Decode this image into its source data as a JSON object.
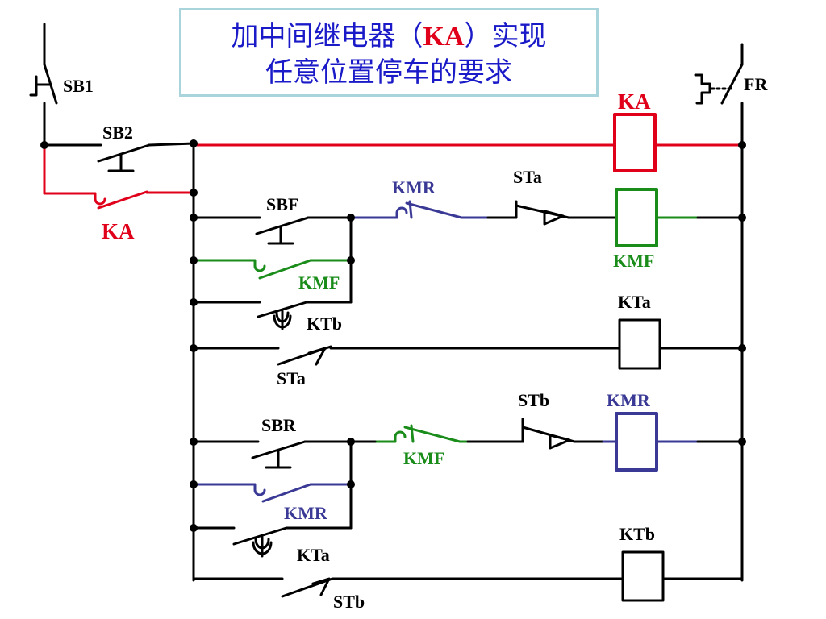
{
  "title": {
    "line1_pre": "加中间继电器（",
    "line1_ka": "KA",
    "line1_post": "）实现",
    "line2": "任意位置停车的要求"
  },
  "colors": {
    "black": "#000000",
    "red": "#e0001a",
    "green": "#1a8c1a",
    "blue": "#3a3a96",
    "title_text": "#1a1ac8",
    "title_border": "#a9d4dc"
  },
  "labels": {
    "sb1": "SB1",
    "fr": "FR",
    "sb2": "SB2",
    "ka_coil": "KA",
    "ka_contact": "KA",
    "kmr_nc_top": "KMR",
    "sta_nc": "STa",
    "sbf": "SBF",
    "kmf_coil": "KMF",
    "kmf_hold": "KMF",
    "ktb_contact": "KTb",
    "kta_coil": "KTa",
    "sta_no": "STa",
    "stb_nc": "STb",
    "kmr_coil": "KMR",
    "sbr": "SBR",
    "kmf_nc": "KMF",
    "kmr_hold": "KMR",
    "kta_contact": "KTa",
    "ktb_coil": "KTb",
    "stb_no": "STb"
  }
}
